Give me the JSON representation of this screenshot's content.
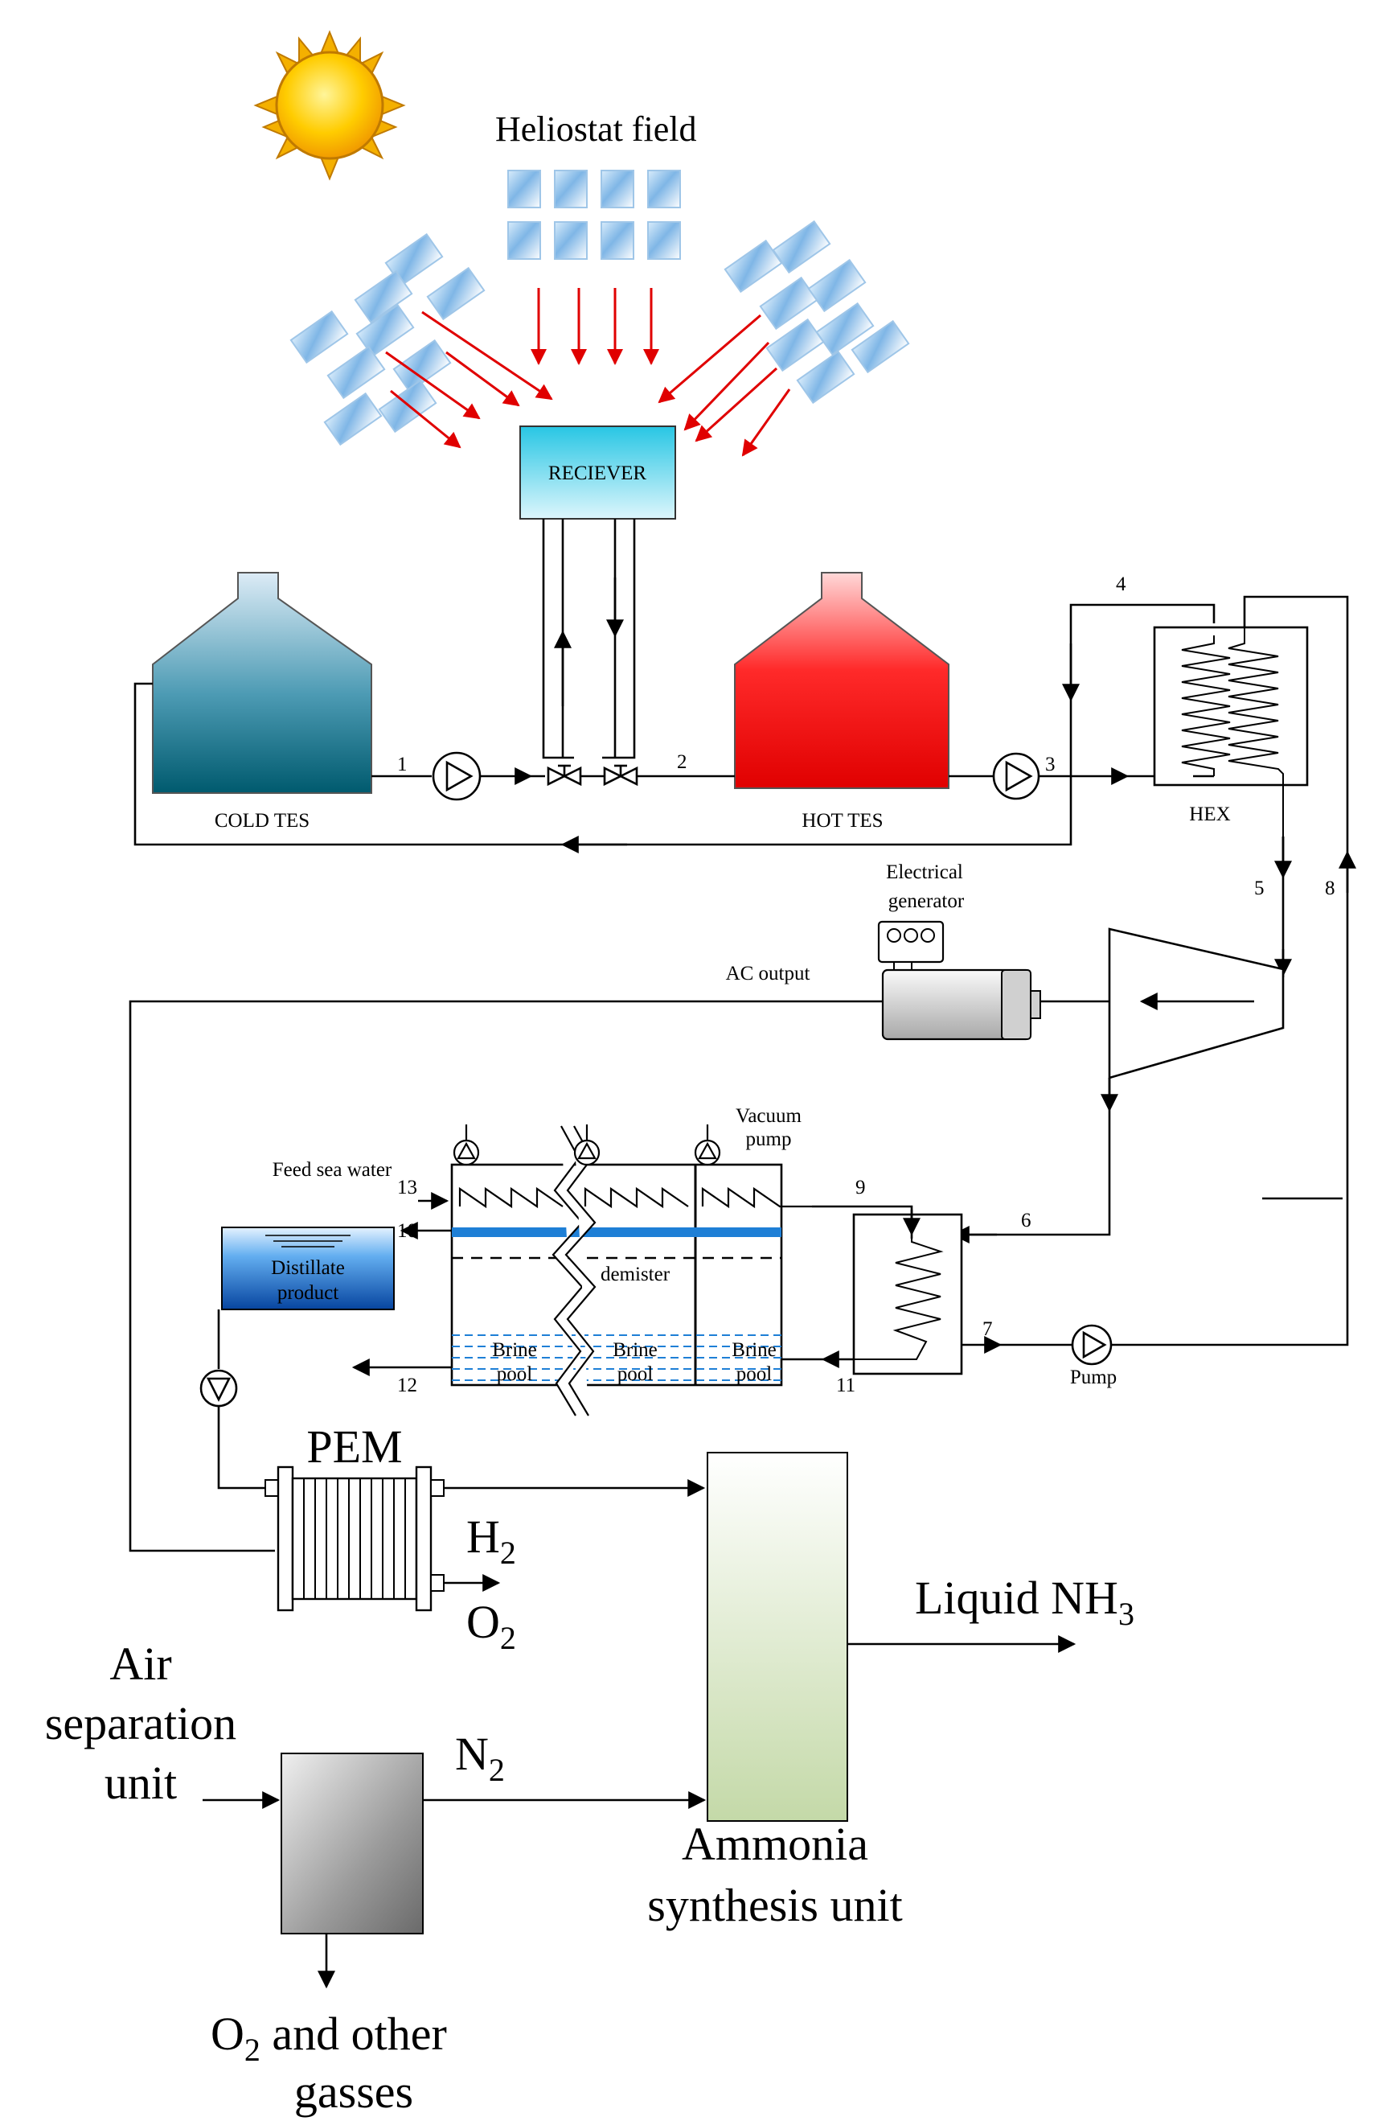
{
  "labels": {
    "heliostat": "Heliostat field",
    "receiver": "RECIEVER",
    "cold_tes": "COLD TES",
    "hot_tes": "HOT TES",
    "hex": "HEX",
    "elec_gen_1": "Electrical",
    "elec_gen_2": "generator",
    "ac_output": "AC output",
    "vacuum_1": "Vacuum",
    "vacuum_2": "pump",
    "feed": "Feed sea water",
    "distillate_1": "Distillate",
    "distillate_2": "product",
    "demister": "demister",
    "brine": "Brine",
    "pool": "pool",
    "pump": "Pump",
    "pem": "PEM",
    "h2": "H",
    "o2": "O",
    "sub2": "2",
    "sub3": "3",
    "liquid_nh3": "Liquid NH",
    "air_1": "Air",
    "air_2": "separation",
    "air_3": "unit",
    "n2": "N",
    "ammonia_1": "Ammonia",
    "ammonia_2": "synthesis unit",
    "o2_other_tail": " and other",
    "gasses": "gasses"
  },
  "streams": [
    "1",
    "2",
    "3",
    "4",
    "5",
    "6",
    "7",
    "8",
    "9",
    "10",
    "11",
    "12",
    "13"
  ]
}
